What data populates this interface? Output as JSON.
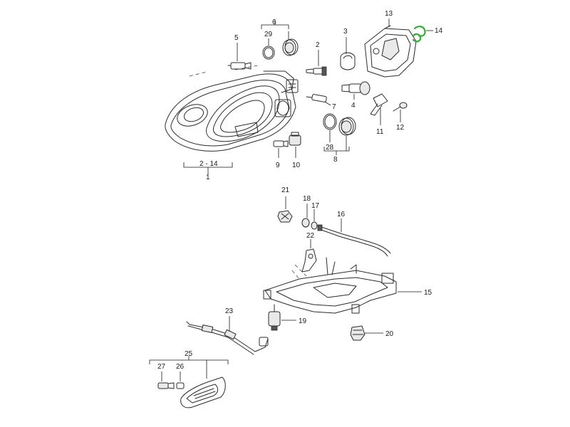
{
  "diagram": {
    "highlight_color": "#2fae2f",
    "callouts": {
      "c1": "1",
      "c2_14": "2 - 14",
      "c2": "2",
      "c3": "3",
      "c4": "4",
      "c5": "5",
      "c6": "6",
      "c7": "7",
      "c8": "8",
      "c9": "9",
      "c10": "10",
      "c11": "11",
      "c12": "12",
      "c13": "13",
      "c14": "14",
      "c15": "15",
      "c16": "16",
      "c17": "17",
      "c18": "18",
      "c19": "19",
      "c20": "20",
      "c21": "21",
      "c22": "22",
      "c23": "23",
      "c25": "25",
      "c26": "26",
      "c27": "27",
      "c28": "28",
      "c29": "29"
    }
  }
}
